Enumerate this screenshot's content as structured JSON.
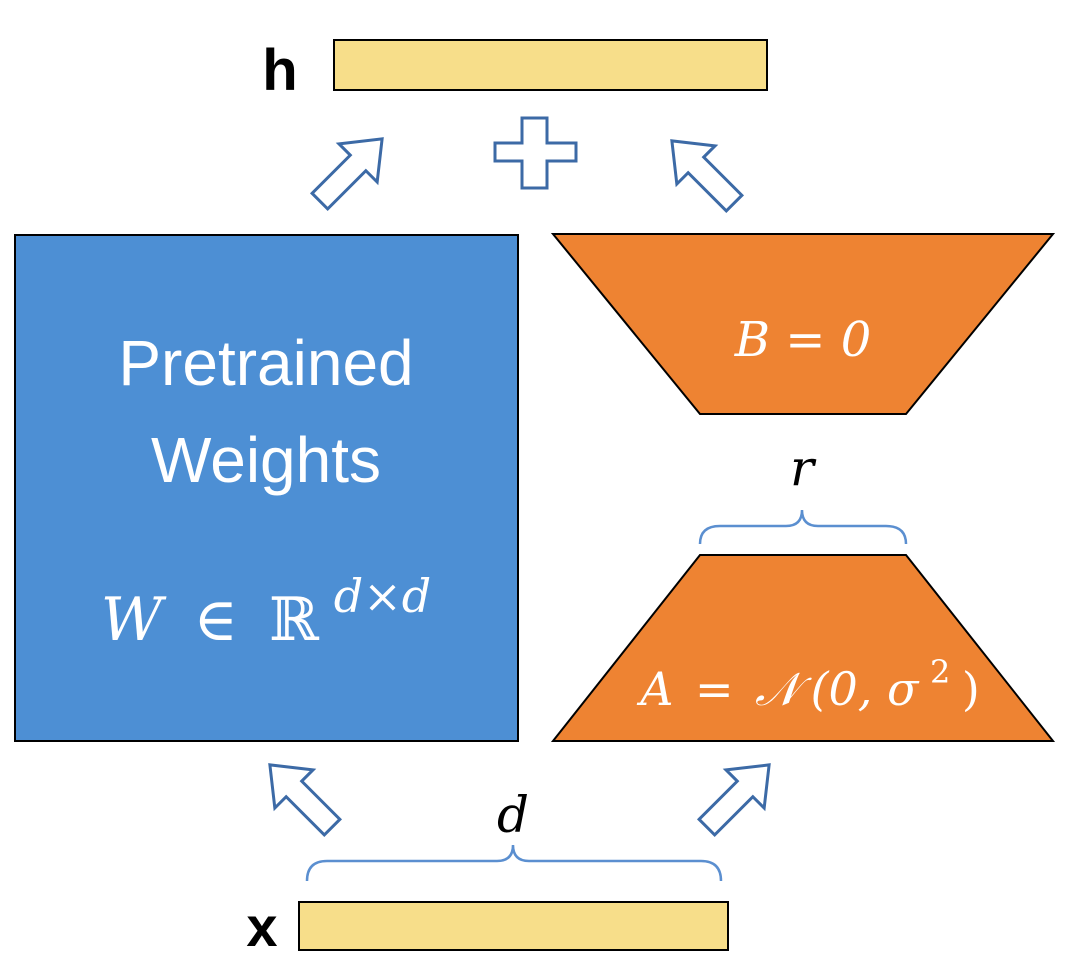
{
  "output_label": "h",
  "input_label": "x",
  "pretrained": {
    "line1": "Pretrained",
    "line2": "Weights",
    "formula_w": "W",
    "formula_in": "∈",
    "formula_r": "ℝ",
    "formula_sup": "d×d"
  },
  "matrix_b": {
    "formula": "B = 0"
  },
  "matrix_a": {
    "formula_lhs": "A",
    "formula_eq": "=",
    "formula_n": "𝒩",
    "formula_args": "(0, σ",
    "formula_sup": "2",
    "formula_close": ")"
  },
  "rank_label": "r",
  "dim_label": "d",
  "colors": {
    "vector_fill": "#f7de8a",
    "pretrained_fill": "#4d8fd4",
    "lora_fill": "#ee8332",
    "arrow_stroke": "#3c6aa6",
    "brace_stroke": "#5b8fd0"
  },
  "icons": {
    "sum": "plus-icon",
    "flow": "arrow-icon"
  }
}
